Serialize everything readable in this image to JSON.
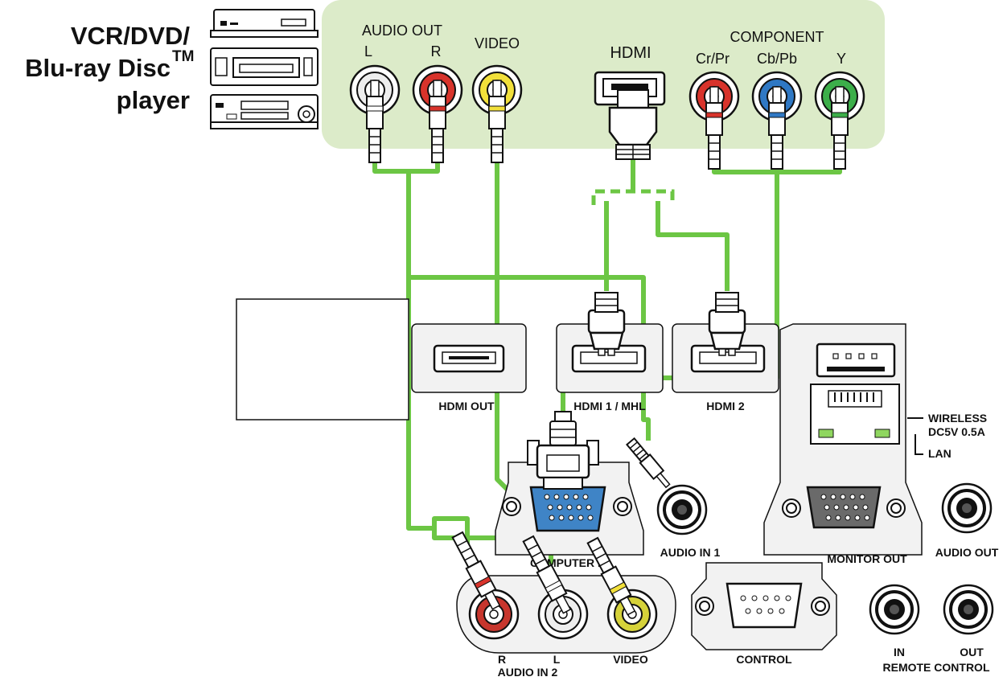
{
  "source_device": {
    "line1": "VCR/DVD/",
    "line2": "Blu-ray Disc",
    "trademark": "TM",
    "line3": "player"
  },
  "source_ports": {
    "audio_out": "AUDIO OUT",
    "l": "L",
    "r": "R",
    "video": "VIDEO",
    "hdmi": "HDMI",
    "component": "COMPONENT",
    "cr_pr": "Cr/Pr",
    "cb_pb": "Cb/Pb",
    "y": "Y"
  },
  "projector_ports": {
    "hdmi_out": "HDMI OUT",
    "hdmi1_mhl": "HDMI 1 / MHL",
    "hdmi2": "HDMI 2",
    "wireless": "WIRELESS",
    "wireless_power": "DC5V 0.5A",
    "lan": "LAN",
    "computer_in": "COMPUTER IN",
    "audio_in1": "AUDIO IN 1",
    "monitor_out": "MONITOR OUT",
    "audio_out": "AUDIO OUT",
    "r": "R",
    "l": "L",
    "video": "VIDEO",
    "audio_in2": "AUDIO IN 2",
    "control": "CONTROL",
    "in": "IN",
    "out": "OUT",
    "remote_control": "REMOTE CONTROL"
  },
  "colors": {
    "cable": "#6cc644",
    "source_panel": "#dcebc9",
    "rca_white": "#eeeeee",
    "rca_red": "#d8332b",
    "rca_yellow": "#f2e03a",
    "rca_green": "#3cae4a",
    "rca_blue": "#2f78c4",
    "vga_blue": "#3f84c6",
    "port_gray": "#f2f2f2"
  }
}
